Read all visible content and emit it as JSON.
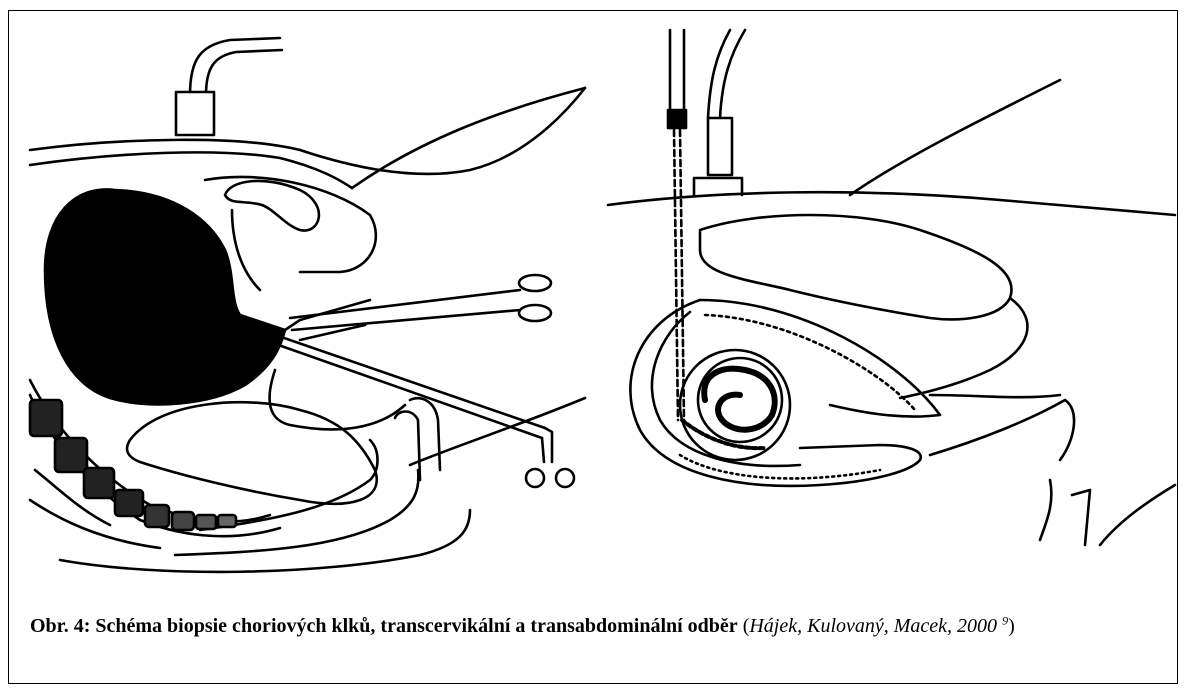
{
  "figure": {
    "caption_label": "Obr. 4: Schéma biopsie choriových klků, transcervikální a transabdominální odběr",
    "caption_open_paren": " (",
    "citation": "Hájek, Kulovaný, Macek, 2000",
    "citation_sup": "9",
    "caption_close_paren": ")"
  },
  "colors": {
    "ink": "#000000",
    "background": "#ffffff"
  },
  "panels": [
    "transcervical-biopsy-illustration",
    "transabdominal-biopsy-illustration"
  ]
}
